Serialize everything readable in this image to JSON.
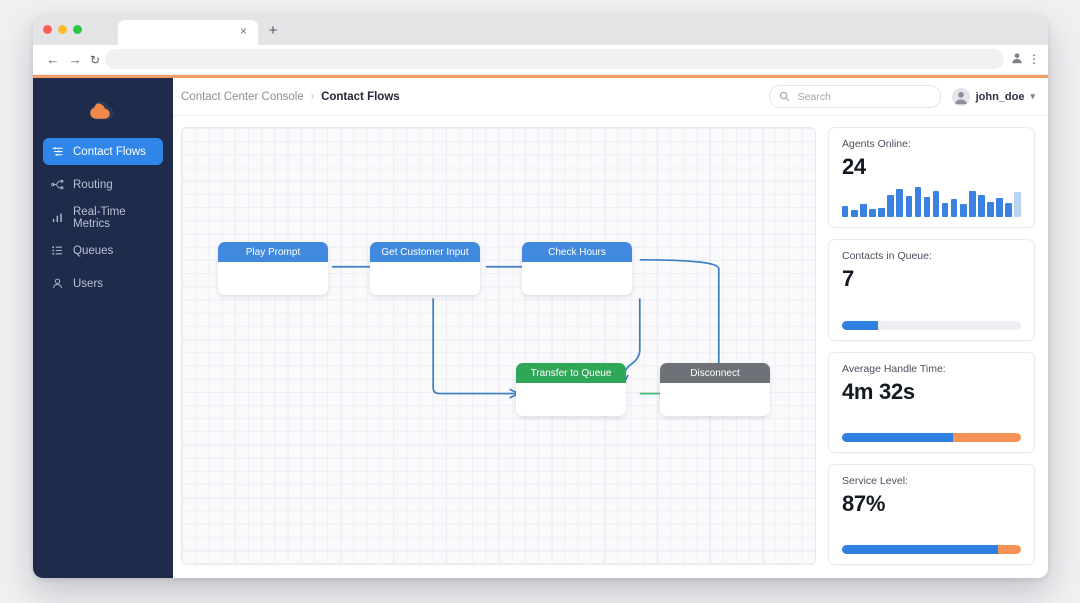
{
  "browser": {
    "tab_title": "",
    "close_label": "×",
    "newtab_label": "+",
    "back_icon": "←",
    "forward_icon": "→",
    "reload_icon": "↻",
    "url_value": "",
    "menu_icon": "⋮",
    "accent_color": "#f79c63"
  },
  "sidebar": {
    "logo_name": "cloud-logo",
    "logo_color": "#f0884c",
    "background": "#1f2b4a",
    "active_color": "#2f86e8",
    "items": [
      {
        "label": "Contact Flows",
        "icon": "flow-icon",
        "active": true
      },
      {
        "label": "Routing",
        "icon": "routing-icon",
        "active": false
      },
      {
        "label": "Real-Time Metrics",
        "icon": "bar-chart-icon",
        "active": false
      },
      {
        "label": "Queues",
        "icon": "list-icon",
        "active": false
      },
      {
        "label": "Users",
        "icon": "user-icon",
        "active": false
      }
    ]
  },
  "topbar": {
    "breadcrumb": {
      "parent": "Contact Center Console",
      "separator": "›",
      "current": "Contact Flows"
    },
    "search": {
      "placeholder": "Search",
      "value": "",
      "icon": "search-icon"
    },
    "user": {
      "name": "john_doe",
      "chevron": "▾",
      "avatar_icon": "avatar-icon"
    }
  },
  "flow": {
    "nodes": [
      {
        "title": "Play Prompt",
        "color": "#4189dd"
      },
      {
        "title": "Get Customer Input",
        "color": "#4189dd"
      },
      {
        "title": "Check Hours",
        "color": "#4189dd"
      },
      {
        "title": "Transfer to Queue",
        "color": "#2fa757"
      },
      {
        "title": "Disconnect",
        "color": "#6e7178"
      }
    ],
    "edge_color_blue": "#3b7fc4",
    "edge_color_green": "#3fb568"
  },
  "metrics": [
    {
      "label": "Agents Online:",
      "value": "24",
      "viz": "sparkline",
      "bars": [
        26,
        18,
        30,
        20,
        22,
        52,
        66,
        50,
        70,
        48,
        62,
        34,
        42,
        30,
        62,
        52,
        36,
        44,
        34,
        58
      ],
      "dim_last": true
    },
    {
      "label": "Contacts in Queue:",
      "value": "7",
      "viz": "progress",
      "blue_pct": 20,
      "orange_pct": 0
    },
    {
      "label": "Average Handle Time:",
      "value": "4m 32s",
      "viz": "progress",
      "blue_pct": 62,
      "orange_pct": 38
    },
    {
      "label": "Service Level:",
      "value": "87%",
      "viz": "progress",
      "blue_pct": 87,
      "orange_pct": 13
    }
  ]
}
